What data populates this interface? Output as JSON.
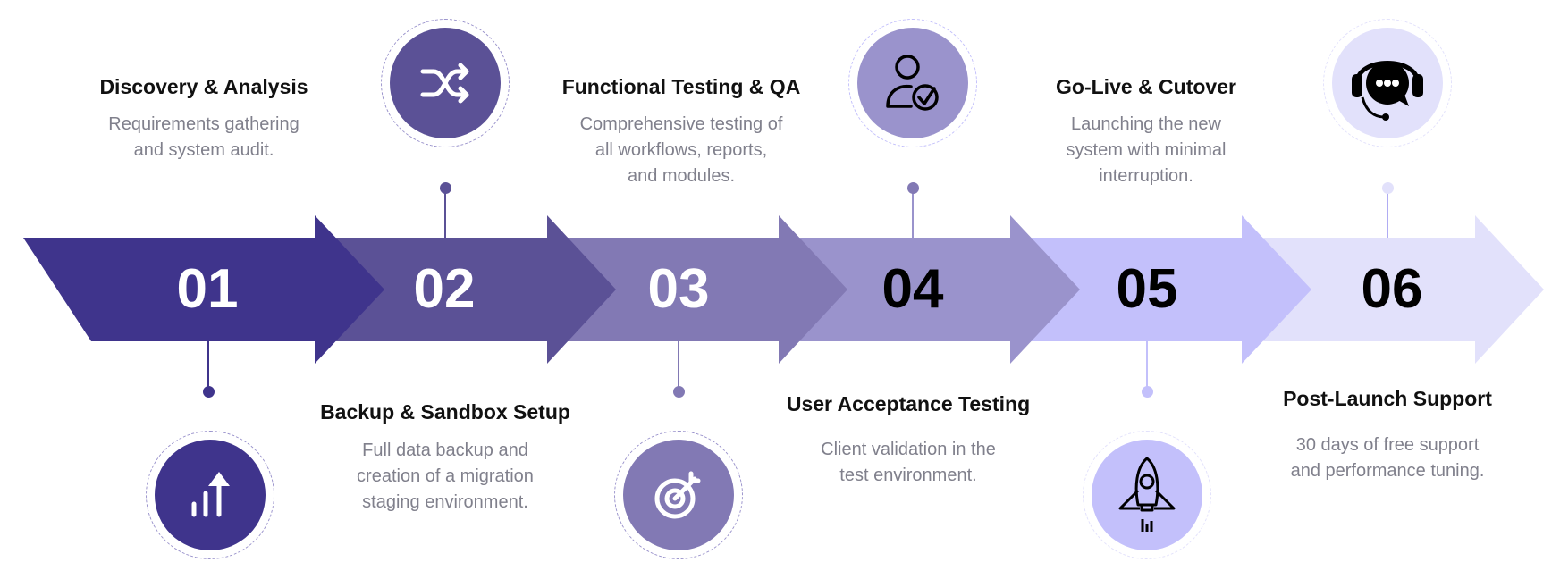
{
  "steps": [
    {
      "number": "01",
      "title": "Discovery & Analysis",
      "description": [
        "Requirements gathering",
        "and system audit."
      ],
      "icon": "chart-growth-icon",
      "color": "#3F348C",
      "number_color": "#FFFFFF"
    },
    {
      "number": "02",
      "title": "Backup & Sandbox Setup",
      "description": [
        "Full data backup and",
        "creation of a migration",
        "staging environment."
      ],
      "icon": "shuffle-icon",
      "color": "#5B5196",
      "number_color": "#FFFFFF"
    },
    {
      "number": "03",
      "title": "Functional Testing & QA",
      "description": [
        "Comprehensive testing of",
        "all workflows, reports,",
        "and modules."
      ],
      "icon": "target-icon",
      "color": "#8279B4",
      "number_color": "#FFFFFF"
    },
    {
      "number": "04",
      "title": "User Acceptance Testing",
      "description": [
        "Client validation in the",
        "test environment."
      ],
      "icon": "user-check-icon",
      "color": "#9A93CC",
      "number_color": "#000000"
    },
    {
      "number": "05",
      "title": "Go-Live & Cutover",
      "description": [
        "Launching the new",
        "system with minimal",
        "interruption."
      ],
      "icon": "rocket-icon",
      "color": "#C3C0FB",
      "number_color": "#000000"
    },
    {
      "number": "06",
      "title": "Post-Launch Support",
      "description": [
        "30 days of free support",
        "and performance tuning."
      ],
      "icon": "headset-chat-icon",
      "color": "#E2E1FB",
      "number_color": "#000000"
    }
  ]
}
